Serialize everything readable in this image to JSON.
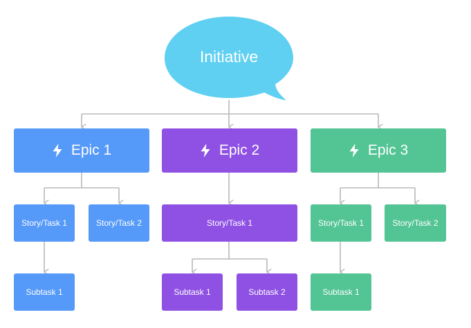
{
  "initiative": {
    "label": "Initiative",
    "color": "#5fd0f2"
  },
  "connector_color": "#b8b8b8",
  "epics": [
    {
      "label": "Epic 1",
      "icon": "lightning-bolt-icon",
      "color": "#5599f9",
      "stories": [
        {
          "label": "Story/Task 1",
          "subtasks": [
            "Subtask 1"
          ]
        },
        {
          "label": "Story/Task 2",
          "subtasks": []
        }
      ]
    },
    {
      "label": "Epic 2",
      "icon": "lightning-bolt-icon",
      "color": "#8f51e4",
      "stories": [
        {
          "label": "Story/Task 1",
          "subtasks": [
            "Subtask 1",
            "Subtask 2"
          ]
        }
      ]
    },
    {
      "label": "Epic 3",
      "icon": "lightning-bolt-icon",
      "color": "#53c494",
      "stories": [
        {
          "label": "Story/Task 1",
          "subtasks": [
            "Subtask 1"
          ]
        },
        {
          "label": "Story/Task 2",
          "subtasks": []
        }
      ]
    }
  ]
}
